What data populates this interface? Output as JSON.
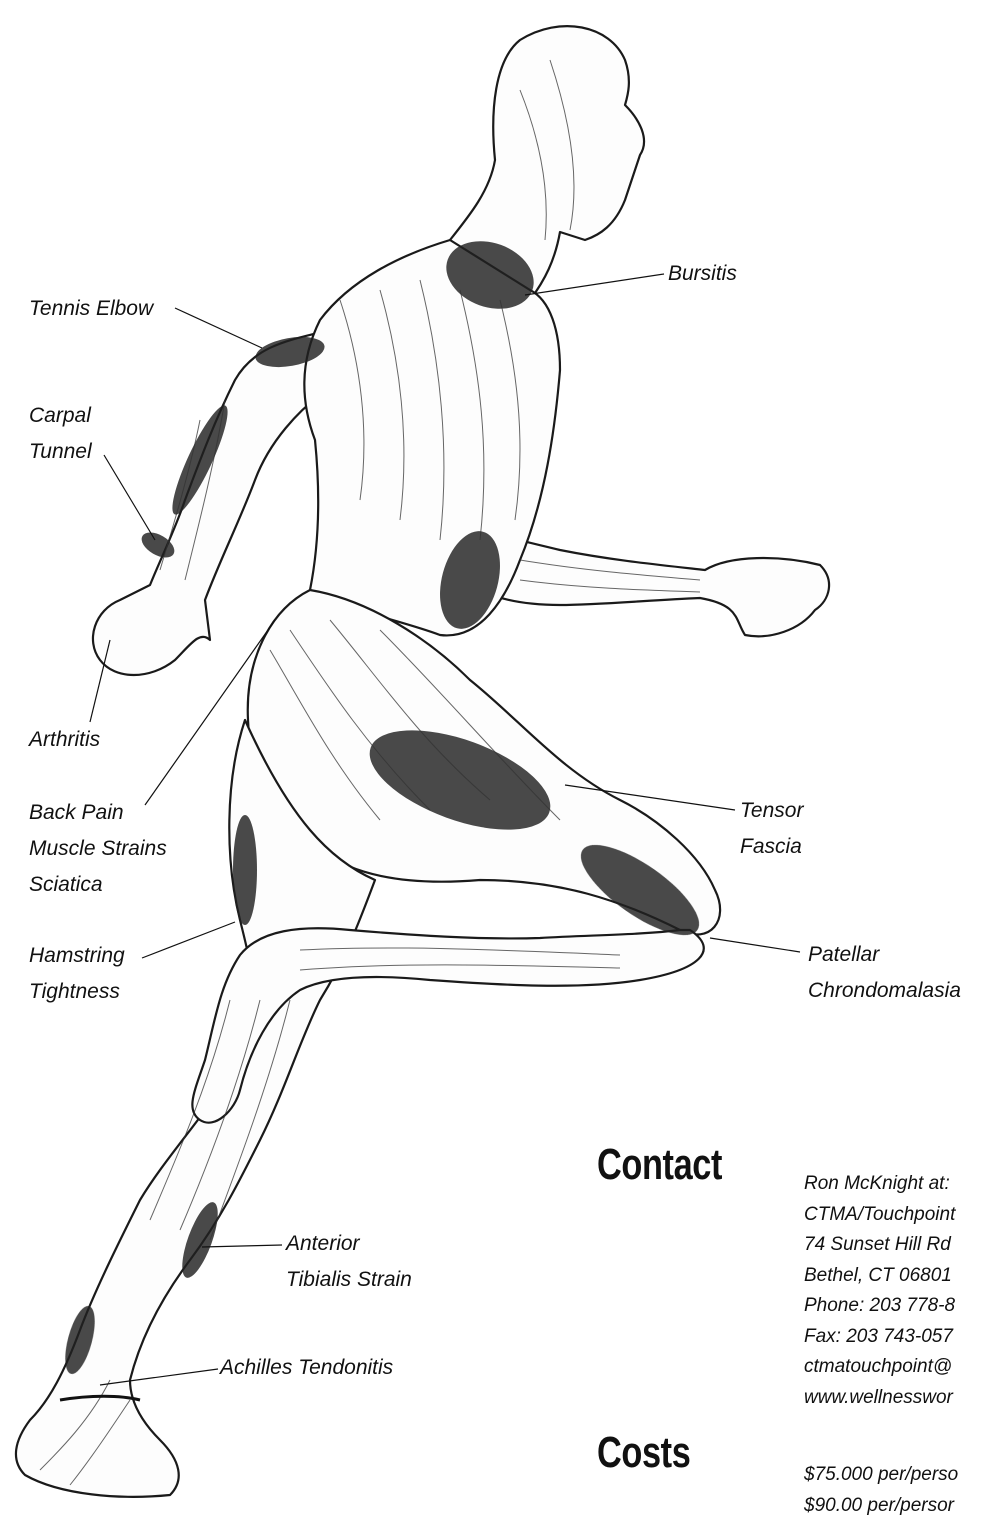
{
  "labels": {
    "tennis_elbow": "Tennis Elbow",
    "bursitis": "Bursitis",
    "carpal": [
      "Carpal",
      "Tunnel"
    ],
    "arthritis": "Arthritis",
    "back_pain": [
      "Back Pain",
      "Muscle Strains",
      "Sciatica"
    ],
    "tensor": [
      "Tensor",
      "Fascia"
    ],
    "hamstring": [
      "Hamstring",
      "Tightness"
    ],
    "patellar": [
      "Patellar",
      "Chrondomalasia"
    ],
    "anterior": [
      "Anterior",
      "Tibialis Strain"
    ],
    "achilles": "Achilles Tendonitis"
  },
  "contact": {
    "heading": "Contact",
    "lines": [
      "Ron McKnight at:",
      "CTMA/Touchpoint",
      "74 Sunset Hill Rd",
      "Bethel, CT 06801",
      "Phone: 203 778-8",
      "Fax: 203 743-057",
      "ctmatouchpoint@",
      "www.wellnesswor"
    ]
  },
  "costs": {
    "heading": "Costs",
    "lines": [
      "$75.000 per/perso",
      "$90.00 per/persor"
    ]
  }
}
